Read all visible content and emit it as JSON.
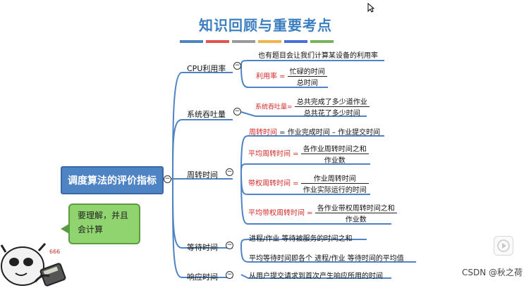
{
  "watermark": "",
  "title": "知识回顾与重要考点",
  "colors": {
    "accent": "#4f84c4",
    "red": "#d62828",
    "speech": "#8fd46f",
    "bars": [
      "#4f84c4",
      "#e0564e",
      "#9a9a9a",
      "#f0b44a",
      "#4a6fd8",
      "#76b55d"
    ]
  },
  "root_label": "调度算法的评价指标",
  "branches": {
    "cpu": {
      "label": "CPU利用率",
      "note": "也有题目会让我们计算某设备的利用率",
      "formula_label": "利用率 =",
      "num": "忙碌的时间",
      "den": "总时间"
    },
    "throughput": {
      "label": "系统吞吐量",
      "formula_label": "系统吞吐量=",
      "num": "总共完成了多少道作业",
      "den": "总共花了多少时间"
    },
    "turnaround": {
      "label": "周转时间",
      "f1_red": "周转时间",
      "f1_rest": " = 作业完成时间 – 作业提交时间",
      "f2_label": "平均周转时间 =",
      "f2_num": "各作业周转时间之和",
      "f2_den": "作业数",
      "f3_label": "带权周转时间 =",
      "f3_num": "作业周转时间",
      "f3_den": "作业实际运行的时间",
      "f4_label": "平均带权周转时间 =",
      "f4_num": "各作业带权周转时间之和",
      "f4_den": "作业数"
    },
    "waiting": {
      "label": "等待时间",
      "l1": "进程/作业 等待被服务的时间之和",
      "l2": "平均等待时间即各个 进程/作业 等待时间的平均值"
    },
    "response": {
      "label": "响应时间",
      "l1": "从用户提交请求到首次产生响应所用的时间"
    }
  },
  "speech": "要理解，并且会计算",
  "csdn": "CSDN @秋之荷",
  "icons": {
    "collapse": "minus-circle-icon",
    "play": "play-icon",
    "cursor": "mouse-cursor-icon"
  }
}
